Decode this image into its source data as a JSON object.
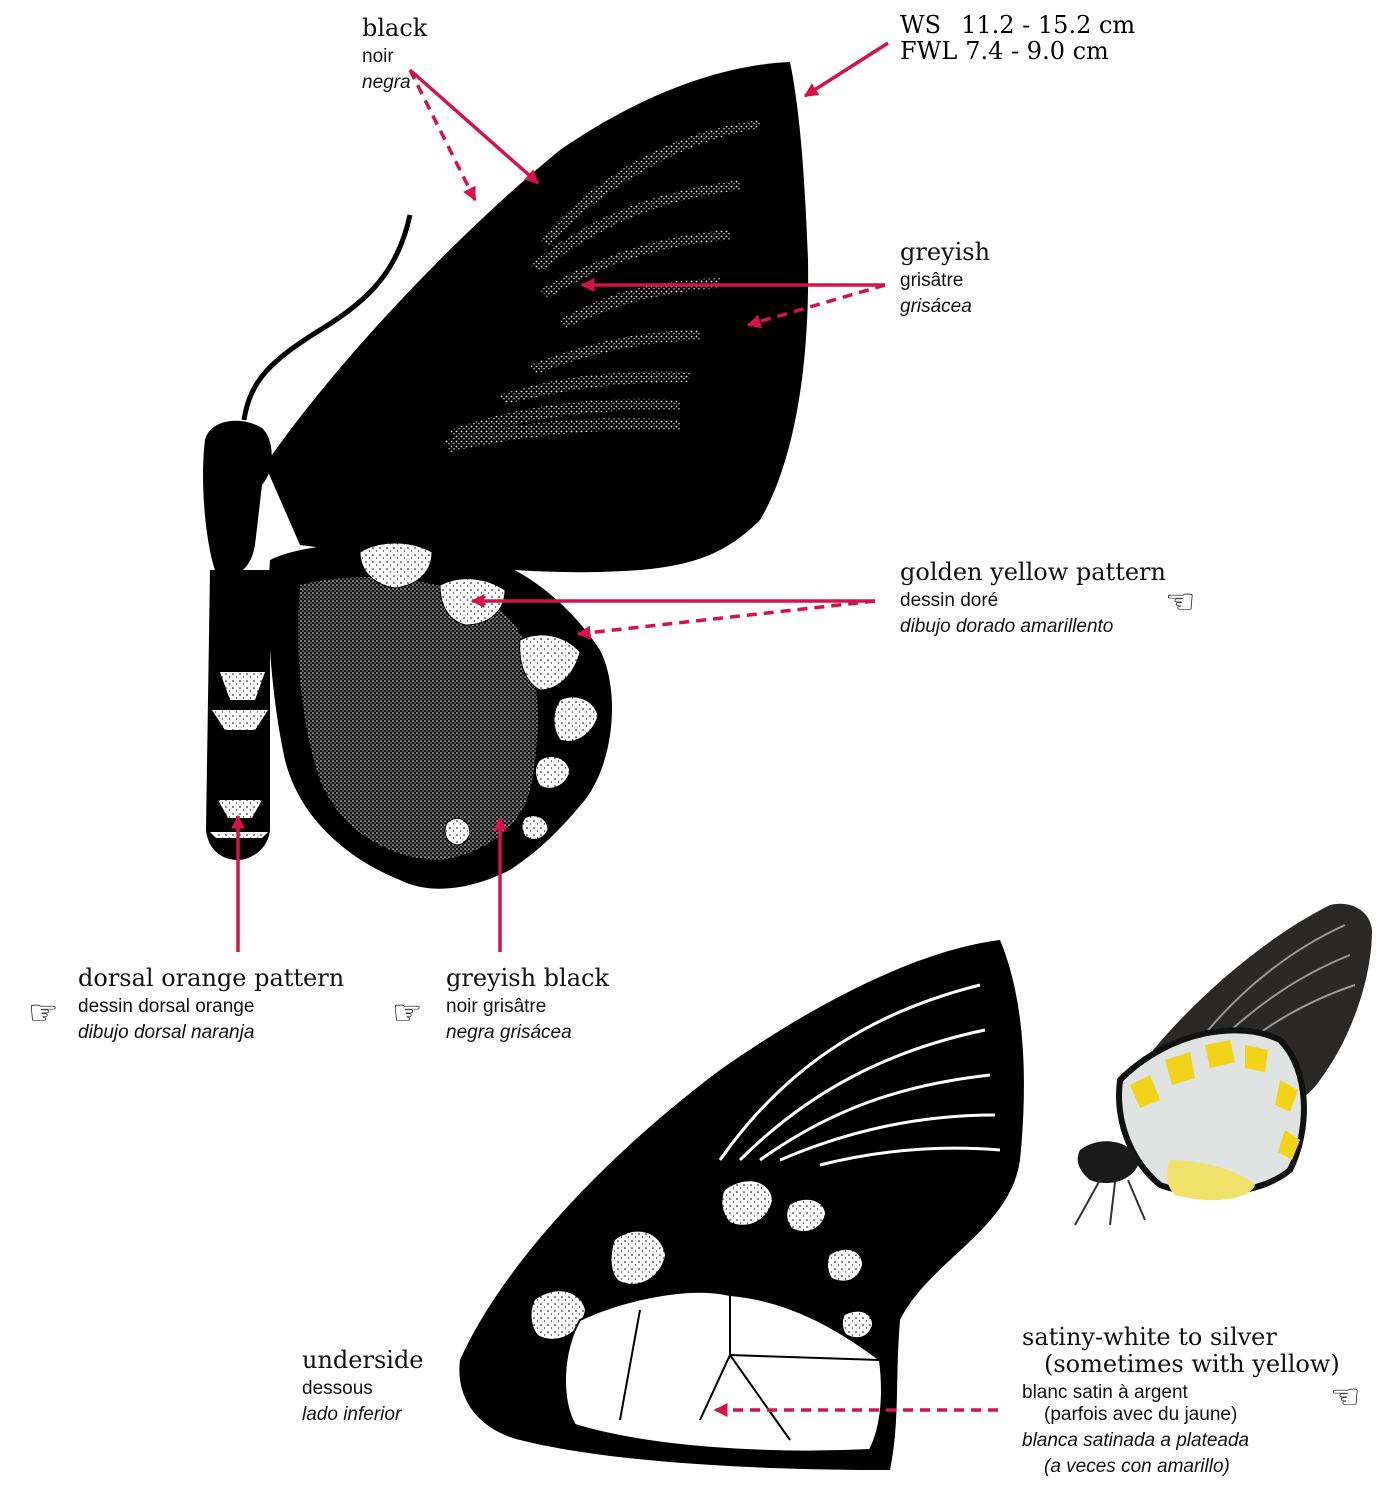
{
  "colors": {
    "pointer": "#d6124a",
    "wing": "#000000",
    "pattern_fill": "#ffffff",
    "photo_yellow": "#f3d31a",
    "photo_silver": "#dfe3e2"
  },
  "icons": {
    "pointing_hand_left": "pointing-hand-left-icon",
    "pointing_hand_right": "pointing-hand-right-icon",
    "glyph_right": "☞",
    "glyph_left": "☜"
  },
  "measurements": {
    "ws_label": "WS",
    "ws_value": "11.2 - 15.2 cm",
    "fwl_label": "FWL",
    "fwl_value": "7.4 - 9.0 cm"
  },
  "labels": {
    "black": {
      "en": "black",
      "fr": "noir",
      "es": "negra"
    },
    "greyish": {
      "en": "greyish",
      "fr": "grisâtre",
      "es": "grisácea"
    },
    "golden_yellow": {
      "en": "golden yellow pattern",
      "fr": "dessin doré",
      "es": "dibujo dorado amarillento"
    },
    "dorsal_orange": {
      "en": "dorsal orange pattern",
      "fr": "dessin dorsal orange",
      "es": "dibujo dorsal naranja"
    },
    "greyish_black": {
      "en": "greyish black",
      "fr": "noir grisâtre",
      "es": "negra grisácea"
    },
    "underside": {
      "en": "underside",
      "fr": "dessous",
      "es": "lado inferior"
    },
    "satiny_white": {
      "en1": "satiny-white to silver",
      "en2": "(sometimes with yellow)",
      "fr1": "blanc satin à argent",
      "fr2": "(parfois avec du jaune)",
      "es1": "blanca satinada a plateada",
      "es2": "(a veces con amarillo)"
    }
  }
}
